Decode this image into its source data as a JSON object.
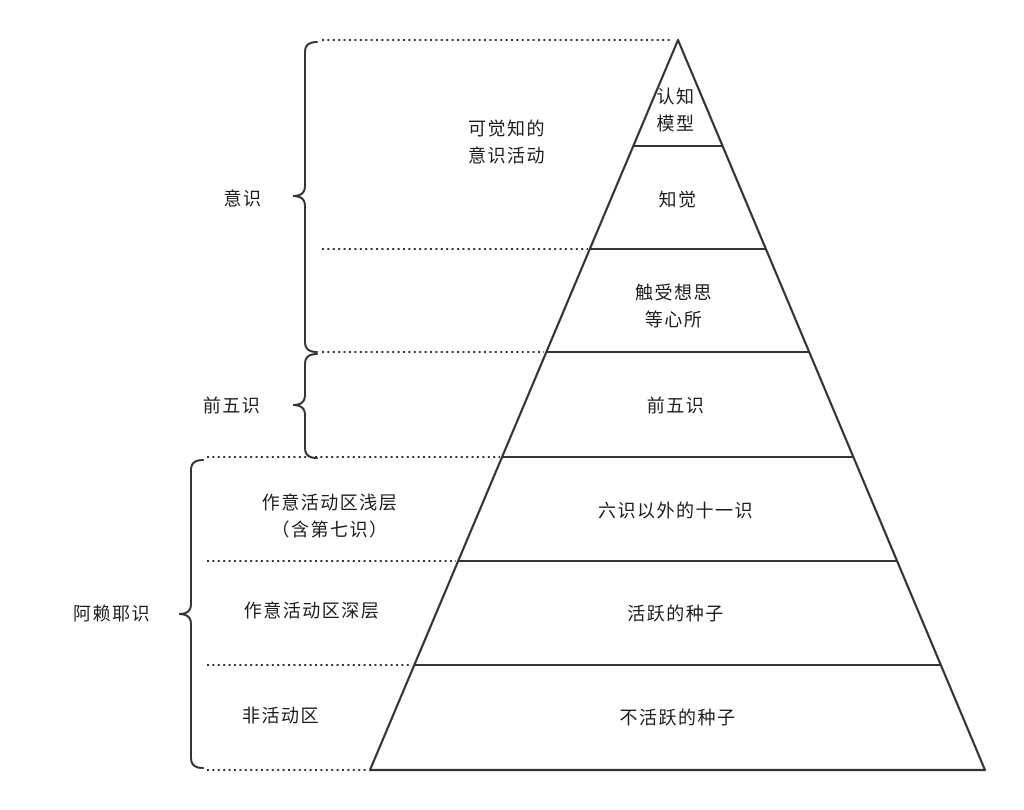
{
  "diagram": {
    "background": "#ffffff",
    "line_color": "#333333",
    "text_color": "#1c1c1c"
  },
  "pyramid_layers": [
    {
      "line1": "认知",
      "line2": "模型"
    },
    {
      "line1": "知觉"
    },
    {
      "line1": "触受想思",
      "line2": "等心所"
    },
    {
      "line1": "前五识"
    },
    {
      "line1": "六识以外的十一识"
    },
    {
      "line1": "活跃的种子"
    },
    {
      "line1": "不活跃的种子"
    }
  ],
  "brackets": {
    "consciousness": "意识",
    "five_senses": "前五识",
    "alaya": "阿赖耶识"
  },
  "annotations": {
    "conscious_activity_line1": "可觉知的",
    "conscious_activity_line2": "意识活动",
    "shallow_zone_line1": "作意活动区浅层",
    "shallow_zone_line2": "（含第七识）",
    "deep_zone": "作意活动区深层",
    "inactive_zone": "非活动区"
  }
}
